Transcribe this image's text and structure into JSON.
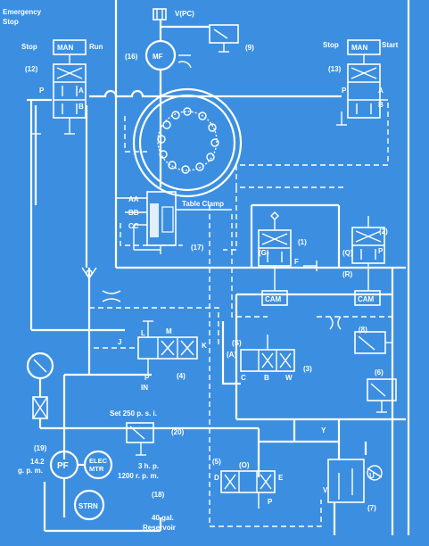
{
  "labels": {
    "emergency_stop": "Emergency",
    "emergency_stop_2": "Stop",
    "stop_left": "Stop",
    "man_left": "MAN",
    "run": "Run",
    "n12": "(12)",
    "p_left": "P",
    "a_left": "A",
    "b_left": "B",
    "vpc": "V(PC)",
    "n9": "(9)",
    "n16": "(16)",
    "mf": "MF",
    "stop_right": "Stop",
    "man_right": "MAN",
    "start": "Start",
    "n13": "(13)",
    "p_right": "P",
    "a_right": "A",
    "b_right": "B",
    "aa": "AA",
    "bb": "BB",
    "cc": "CC",
    "table_clamp": "Table Clamp",
    "n17": "(17)",
    "n1": "(1)",
    "g": "(G)",
    "f": "F",
    "cam1": "CAM",
    "n2": "(2)",
    "q": "(Q)",
    "p2": "P",
    "r": "(R)",
    "cam2": "CAM",
    "j": "J",
    "l": "L",
    "m": "M",
    "k": "K",
    "n4": "(4)",
    "p_in": "P",
    "in": "IN",
    "s": "(S)",
    "a3": "(A)",
    "c3": "C",
    "b3": "B",
    "w3": "W",
    "n3": "(3)",
    "n8": "(8)",
    "n6": "(6)",
    "set_pressure": "Set 250 p. s. i.",
    "n20": "(20)",
    "n19": "(19)",
    "flow": "14.2",
    "gpm": "g. p. m.",
    "pf": "PF",
    "elec": "ELEC",
    "mtr": "MTR",
    "hp": "3 h. p.",
    "rpm": "1200 r. p. m.",
    "n18": "(18)",
    "strn": "STRN",
    "gal": "40 gal.",
    "reservoir": "Reservoir",
    "n5": "(5)",
    "d": "D",
    "o": "(O)",
    "e": "E",
    "p5": "P",
    "y": "Y",
    "v": "V",
    "u": "U",
    "n7": "(7)"
  }
}
